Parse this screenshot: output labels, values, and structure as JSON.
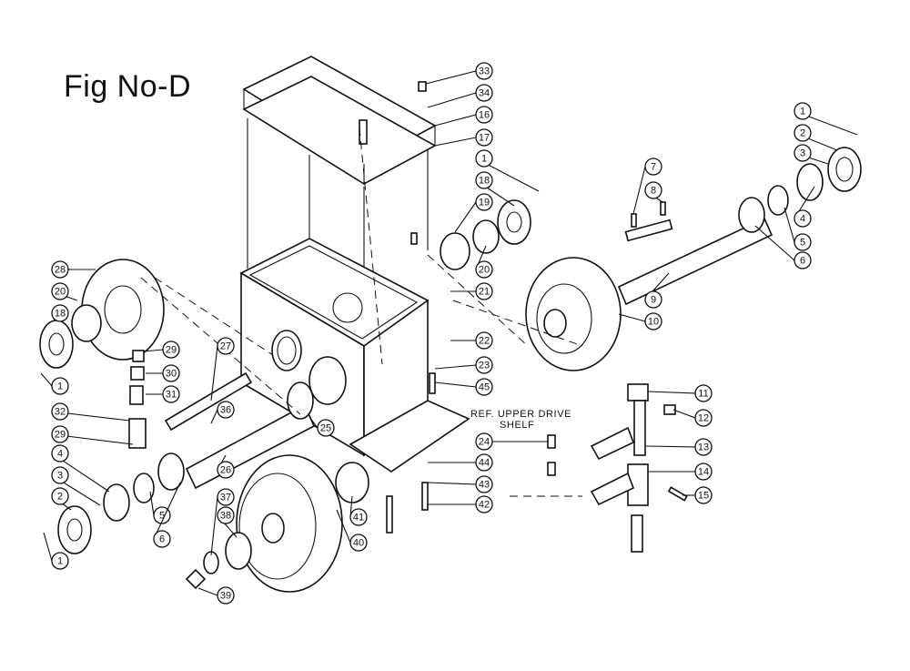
{
  "title": "Fig No-D",
  "reference_note": [
    "REF. UPPER DRIVE",
    "SHELF"
  ],
  "callouts": [
    {
      "label": "33"
    },
    {
      "label": "34"
    },
    {
      "label": "16"
    },
    {
      "label": "17"
    },
    {
      "label": "1"
    },
    {
      "label": "18"
    },
    {
      "label": "19"
    },
    {
      "label": "20"
    },
    {
      "label": "21"
    },
    {
      "label": "22"
    },
    {
      "label": "23"
    },
    {
      "label": "45"
    },
    {
      "label": "7"
    },
    {
      "label": "8"
    },
    {
      "label": "9"
    },
    {
      "label": "10"
    },
    {
      "label": "1"
    },
    {
      "label": "2"
    },
    {
      "label": "3"
    },
    {
      "label": "4"
    },
    {
      "label": "5"
    },
    {
      "label": "6"
    },
    {
      "label": "11"
    },
    {
      "label": "12"
    },
    {
      "label": "13"
    },
    {
      "label": "14"
    },
    {
      "label": "15"
    },
    {
      "label": "24"
    },
    {
      "label": "44"
    },
    {
      "label": "43"
    },
    {
      "label": "42"
    },
    {
      "label": "28"
    },
    {
      "label": "20"
    },
    {
      "label": "18"
    },
    {
      "label": "1"
    },
    {
      "label": "29"
    },
    {
      "label": "30"
    },
    {
      "label": "31"
    },
    {
      "label": "32"
    },
    {
      "label": "29"
    },
    {
      "label": "27"
    },
    {
      "label": "36"
    },
    {
      "label": "25"
    },
    {
      "label": "26"
    },
    {
      "label": "4"
    },
    {
      "label": "3"
    },
    {
      "label": "2"
    },
    {
      "label": "1"
    },
    {
      "label": "5"
    },
    {
      "label": "6"
    },
    {
      "label": "37"
    },
    {
      "label": "38"
    },
    {
      "label": "39"
    },
    {
      "label": "40"
    },
    {
      "label": "41"
    }
  ]
}
